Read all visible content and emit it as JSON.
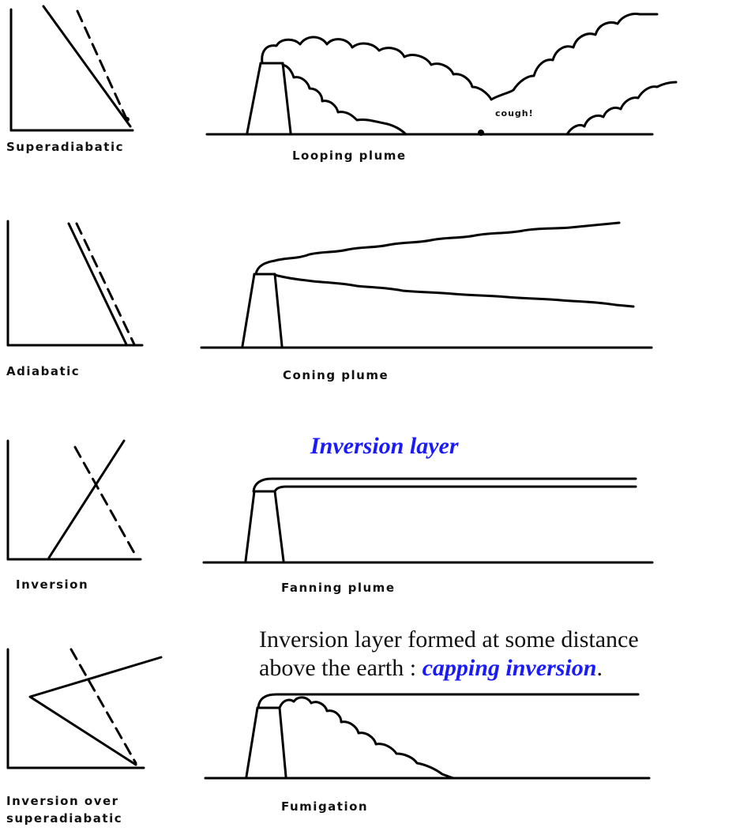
{
  "panels": [
    {
      "profile_label": "Superadiabatic",
      "plume_label": "Looping plume"
    },
    {
      "profile_label": "Adiabatic",
      "plume_label": "Coning plume"
    },
    {
      "profile_label": "Inversion",
      "plume_label": "Fanning plume"
    },
    {
      "profile_label_line1": "Inversion over",
      "profile_label_line2": "superadiabatic",
      "plume_label": "Fumigation"
    }
  ],
  "annotations": {
    "cough": "cough!",
    "inversion_layer": "Inversion layer",
    "capping_line1": "Inversion layer formed at some distance",
    "capping_line2_prefix": "above the earth : ",
    "capping_term": "capping inversion",
    "capping_suffix": "."
  },
  "colors": {
    "line": "#000000",
    "accent": "#1a1aff",
    "background": "#ffffff"
  }
}
